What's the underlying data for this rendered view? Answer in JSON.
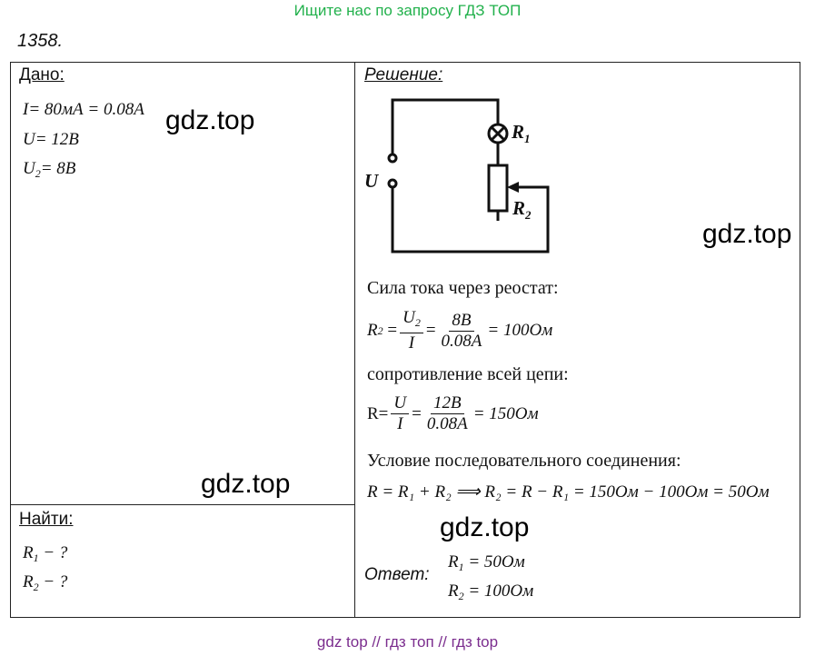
{
  "banner": "Ищите нас по запросу ГДЗ ТОП",
  "problem_number": "1358.",
  "given": {
    "heading": "Дано:",
    "lines": [
      {
        "lhs": "I",
        "sub": "",
        "rhs": "= 80мА = 0.08А"
      },
      {
        "lhs": "U",
        "sub": "",
        "rhs": "= 12В"
      },
      {
        "lhs": "U",
        "sub": "2",
        "rhs": "= 8В"
      }
    ]
  },
  "find": {
    "heading": "Найти:",
    "lines": [
      {
        "lhs": "R",
        "sub": "1",
        "rhs": " − ?"
      },
      {
        "lhs": "R",
        "sub": "2",
        "rhs": " − ?"
      }
    ]
  },
  "solution": {
    "heading": "Решение:",
    "circuit": {
      "label_u": "U",
      "label_r1": "R",
      "label_r1_sub": "1",
      "label_r2": "R",
      "label_r2_sub": "2"
    },
    "text1": "Сила тока через реостат:",
    "eq1": {
      "lhs": "R",
      "lhs_sub": "2",
      "f1_num": "U",
      "f1_num_sub": "2",
      "f1_den": "I",
      "f2_num": "8B",
      "f2_den": "0.08A",
      "result": "= 100Ом"
    },
    "text2": "сопротивление всей цепи:",
    "eq2": {
      "lhs": "R=",
      "f1_num": "U",
      "f1_den": "I",
      "f2_num": "12B",
      "f2_den": "0.08A",
      "result": "= 150Ом"
    },
    "text3": "Условие последовательного соединения:",
    "eq3": "R = R₁ + R₂ ⟹ R₂ = R − R₁ = 150Ом − 100Ом = 50Ом",
    "answer_label": "Ответ:",
    "answer_lines": [
      {
        "lhs": "R",
        "sub": "1",
        "rhs": " = 50Ом"
      },
      {
        "lhs": "R",
        "sub": "2",
        "rhs": " = 100Ом"
      }
    ]
  },
  "watermarks": [
    "gdz.top",
    "gdz.top",
    "gdz.top",
    "gdz.top"
  ],
  "footer": "gdz top  //  гдз топ  //  гдз top",
  "colors": {
    "banner": "#22b14c",
    "footer": "#7b2d8e"
  }
}
